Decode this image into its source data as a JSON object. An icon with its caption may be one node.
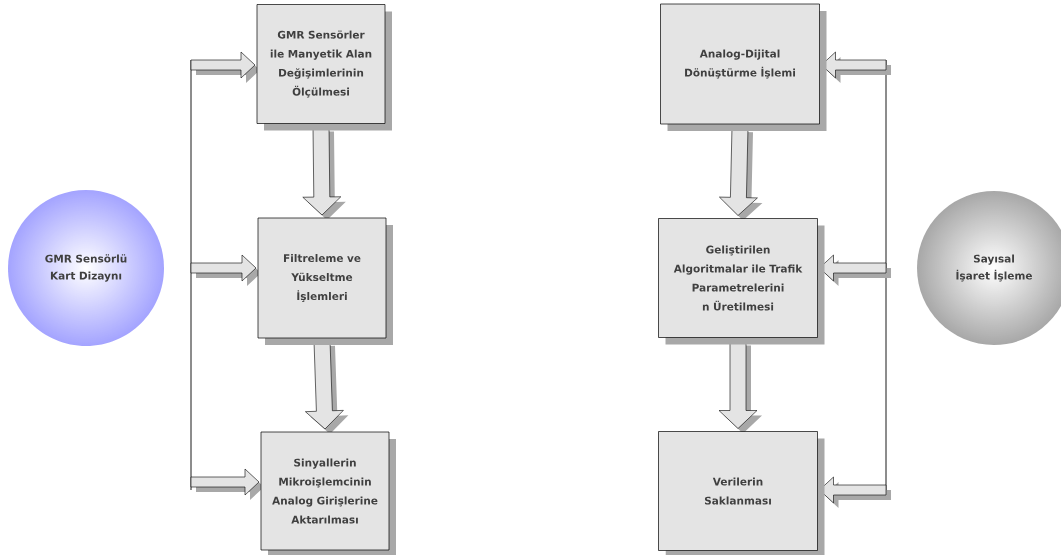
{
  "diagram": {
    "nodes": [
      {
        "text": [
          "GMR Sensörlü Kart Dizaynı"
        ]
      },
      {
        "text": [
          "GMR Sensörler ile Manyetik Alan Değişimlerinin Ölçülmesi"
        ]
      },
      {
        "text": [
          "Filtreleme ve Yükseltme İşlemleri"
        ]
      },
      {
        "text": [
          "Sinyallerin Mikroişlemcinin Analog Girişlerine Aktarılması"
        ]
      },
      {
        "text": [
          "Analog-Dijital Dönüştürme İşlemi"
        ]
      },
      {
        "text": [
          "Geliştirilen Algoritmalar ile Trafik Parametrelerini n Üretilmesi"
        ]
      },
      {
        "text": [
          "Verilerin Saklanması"
        ]
      },
      {
        "text": [
          "Sayısal İşaret İşleme"
        ]
      }
    ],
    "edges": [
      {
        "from": null,
        "to": 1,
        "arrow": "to"
      },
      {
        "from": null,
        "to": 2,
        "arrow": "to"
      },
      {
        "from": null,
        "to": 3,
        "arrow": "to"
      },
      {
        "from": 1,
        "to": 2,
        "arrow": "to"
      },
      {
        "from": 2,
        "to": 3,
        "arrow": "to"
      },
      {
        "from": null,
        "to": 4,
        "arrow": "to"
      },
      {
        "from": null,
        "to": 5,
        "arrow": "to"
      },
      {
        "from": null,
        "to": 6,
        "arrow": "to"
      },
      {
        "from": 4,
        "to": 5,
        "arrow": "to"
      },
      {
        "from": 5,
        "to": 6,
        "arrow": "to"
      }
    ]
  }
}
